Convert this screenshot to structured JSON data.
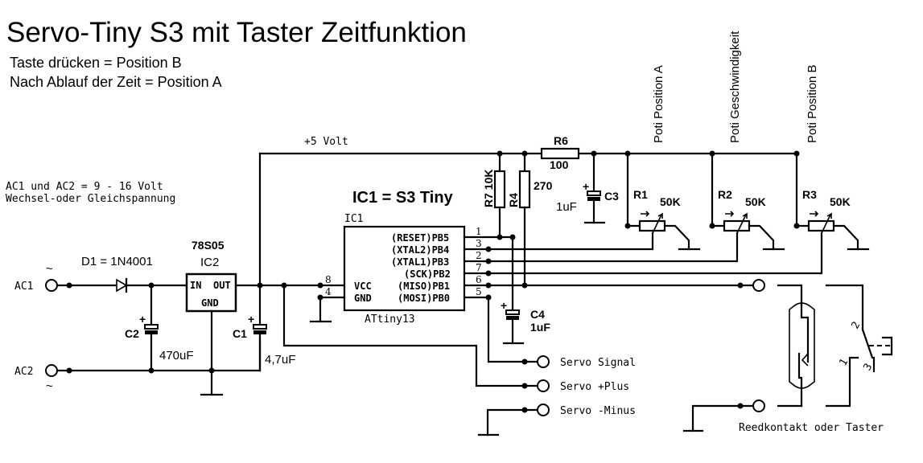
{
  "title": "Servo-Tiny S3 mit Taster Zeitfunktion",
  "subtitle_lines": [
    "Taste drücken = Position B",
    "Nach Ablauf der Zeit = Position A"
  ],
  "supply_note_lines": [
    "AC1 und AC2 = 9 - 16 Volt",
    "Wechsel-oder Gleichspannung"
  ],
  "rail_label": "+5 Volt",
  "inputs": {
    "ac1": "AC1",
    "ac2": "AC2",
    "tilde": "~"
  },
  "diode": {
    "label": "D1 = 1N4001"
  },
  "regulator": {
    "part": "78S05",
    "ref": "IC2",
    "pin_in": "IN",
    "pin_out": "OUT",
    "pin_gnd": "GND"
  },
  "capacitors": {
    "c1": {
      "ref": "C1",
      "value": "4,7uF"
    },
    "c2": {
      "ref": "C2",
      "value": "470uF"
    },
    "c3": {
      "ref": "C3",
      "value": "1uF"
    },
    "c4": {
      "ref": "C4",
      "value": "1uF"
    },
    "plus": "+"
  },
  "resistors": {
    "r4": {
      "ref": "R4",
      "value": "270"
    },
    "r6": {
      "ref": "R6",
      "value": "100"
    },
    "r7": {
      "ref": "R7 10K"
    }
  },
  "pots": [
    {
      "ref": "R1",
      "value": "50K",
      "label": "Poti Position A"
    },
    {
      "ref": "R2",
      "value": "50K",
      "label": "Poti Geschwindigkeit"
    },
    {
      "ref": "R3",
      "value": "50K",
      "label": "Poti Position B"
    }
  ],
  "mcu": {
    "heading": "IC1 = S3 Tiny",
    "ref": "IC1",
    "part": "ATtiny13",
    "left_pins": [
      {
        "num": "8",
        "name": "VCC"
      },
      {
        "num": "4",
        "name": "GND"
      }
    ],
    "right_pins": [
      {
        "num": "1",
        "name": "(RESET)PB5"
      },
      {
        "num": "3",
        "name": "(XTAL2)PB4"
      },
      {
        "num": "2",
        "name": "(XTAL1)PB3"
      },
      {
        "num": "7",
        "name": "(SCK)PB2"
      },
      {
        "num": "6",
        "name": "(MISO)PB1"
      },
      {
        "num": "5",
        "name": "(MOSI)PB0"
      }
    ]
  },
  "servo_terminals": [
    "Servo Signal",
    "Servo +Plus",
    "Servo -Minus"
  ],
  "switch": {
    "label": "Reedkontakt oder Taster",
    "pins": [
      "1",
      "2",
      "3"
    ]
  }
}
